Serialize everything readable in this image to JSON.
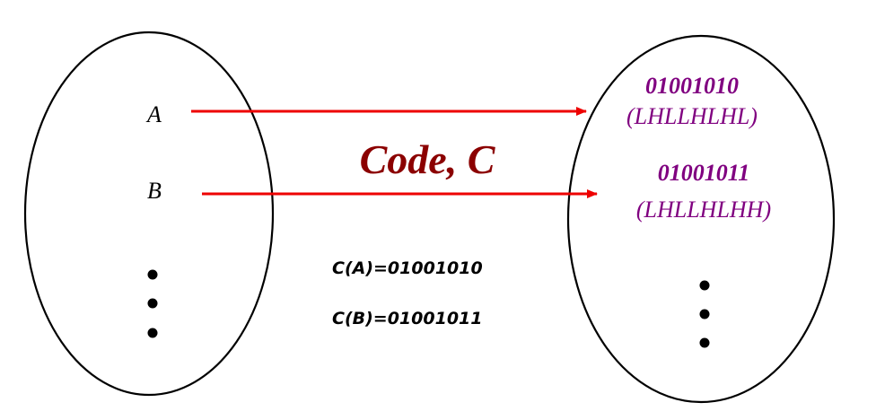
{
  "domain": {
    "items": [
      "A",
      "B"
    ]
  },
  "codomain": {
    "codes": [
      {
        "bits": "01001010",
        "levels": "(LHLLHLHL)"
      },
      {
        "bits": "01001011",
        "levels": "(LHLLHLHH)"
      }
    ]
  },
  "mapping_label": "Code, C",
  "equations": [
    "C(A)=01001010",
    "C(B)=01001011"
  ],
  "colors": {
    "arrow": "#ee0000",
    "mapping_label": "#8b0000",
    "codes": "#800080",
    "outline": "#000000"
  }
}
